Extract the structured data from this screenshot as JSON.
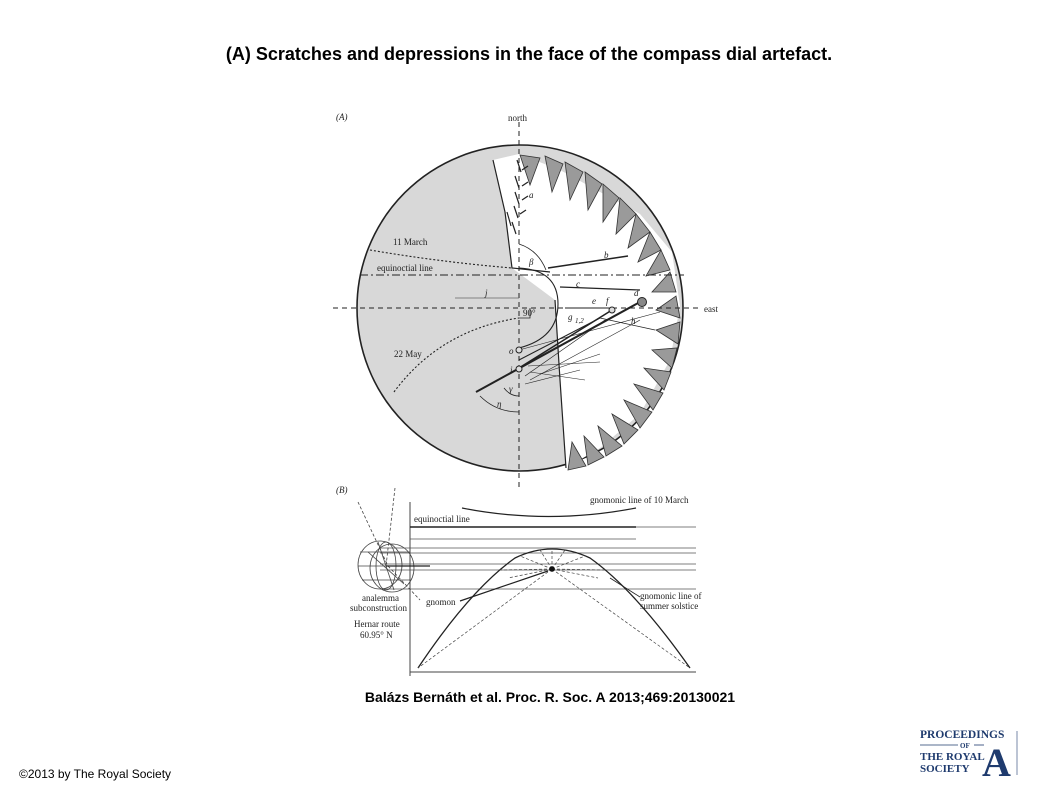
{
  "header": {
    "title": "(A) Scratches and depressions in the face of the compass dial artefact."
  },
  "figure": {
    "panel_a": {
      "panel_label": "(A)",
      "north_label": "north",
      "east_label": "east",
      "march_label": "11 March",
      "may_label": "22 May",
      "equinoctial_label": "equinoctial line",
      "angle_90_label": "90°",
      "letters": {
        "a": "a",
        "b": "b",
        "c": "c",
        "d": "d",
        "e": "e",
        "f": "f",
        "h": "h",
        "j": "j",
        "i": "i",
        "o": "o",
        "g": "g",
        "g_sub": "1,2",
        "beta": "β",
        "gamma": "γ",
        "eta": "η"
      }
    },
    "panel_b": {
      "panel_label": "(B)",
      "march_gnomonic_label": "gnomonic line of 10 March",
      "equinoctial_label": "equinoctial line",
      "analemma_label_1": "analemma",
      "analemma_label_2": "subconstruction",
      "gnomon_label": "gnomon",
      "route_label_1": "Hernar route",
      "route_label_2": "60.95° N",
      "solstice_label_1": "gnomonic line of",
      "solstice_label_2": "summer solstice"
    }
  },
  "citation": "Balázs Bernáth et al. Proc. R. Soc. A 2013;469:20130021",
  "copyright": "©2013 by The Royal Society",
  "logo": {
    "line1": "PROCEEDINGS",
    "line2": "OF",
    "line3": "THE ROYAL",
    "line4": "SOCIETY",
    "letter": "A"
  },
  "colors": {
    "dial_fill": "#d8d8d8",
    "teeth_fill": "#9a9a9a",
    "logo_blue": "#1f3b6e"
  }
}
